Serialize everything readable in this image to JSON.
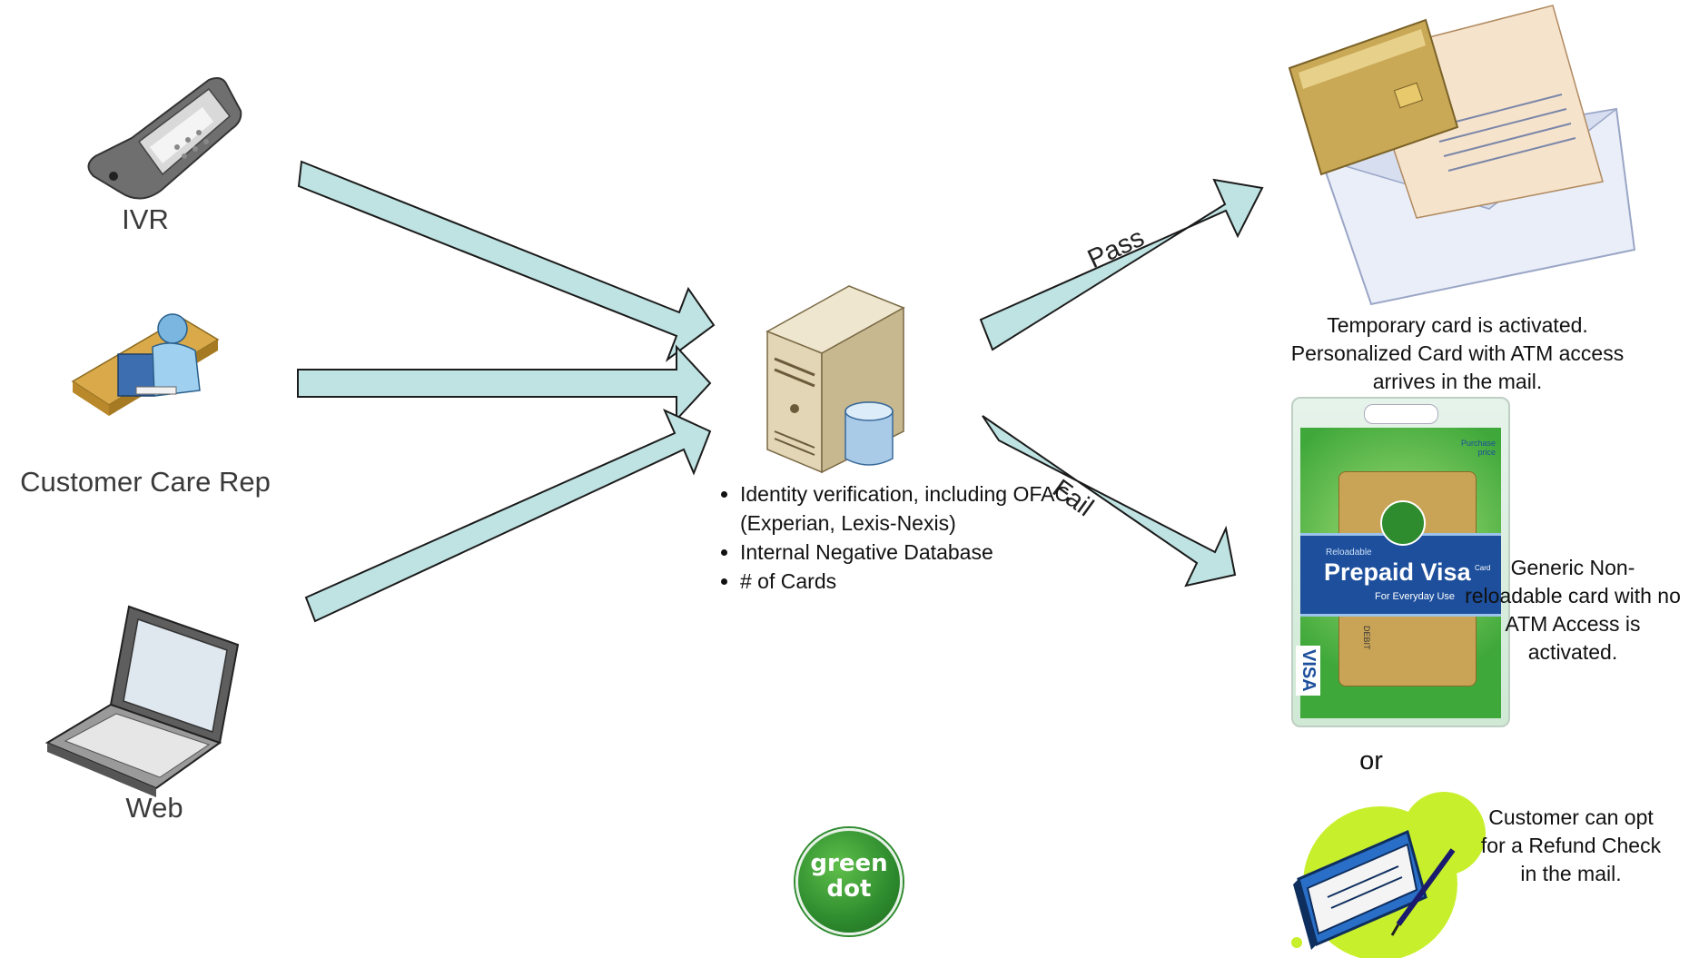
{
  "sources": {
    "ivr": "IVR",
    "rep": "Customer Care Rep",
    "web": "Web"
  },
  "arrows": {
    "pass": "Pass",
    "fail": "Fail"
  },
  "checks": [
    "Identity verification, including OFAC (Experian, Lexis-Nexis)",
    "Internal Negative Database",
    "# of Cards"
  ],
  "outcomes": {
    "pass_result": "Temporary card is activated. Personalized Card with ATM access arrives in the mail.",
    "fail_result": "Generic Non-reloadable card with no ATM Access is activated.",
    "or": "or",
    "refund": "Customer can opt for a Refund Check in the mail."
  },
  "card": {
    "brand": "Prepaid Visa",
    "tagline": "For Everyday Use",
    "reloadable": "Reloadable",
    "purchase": "Purchase price",
    "visa": "VISA",
    "debit": "DEBIT",
    "card_word": "Card"
  },
  "logo": {
    "line1": "green",
    "line2": "dot"
  },
  "colors": {
    "arrow_fill": "#bfe3e3",
    "arrow_stroke": "#1b1b1b",
    "logo_green": "#2e8b2e",
    "package_blue": "#1d4f9c"
  }
}
